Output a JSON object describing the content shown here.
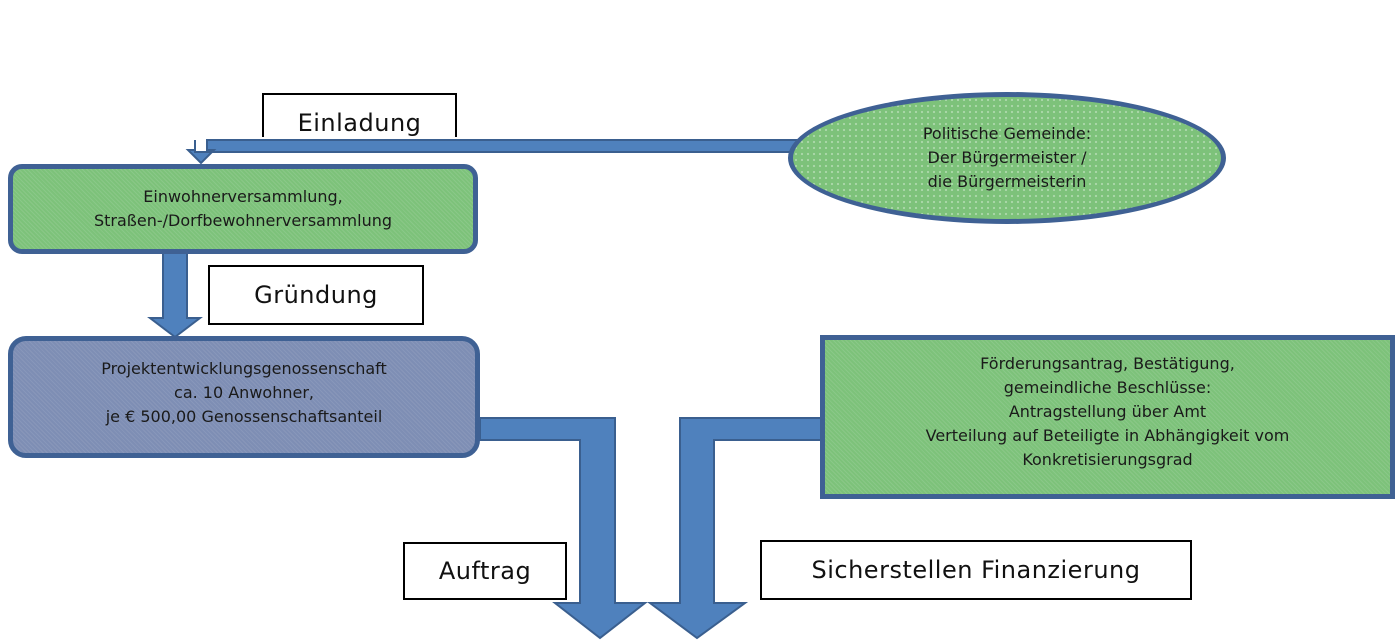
{
  "nodes": {
    "politische_gemeinde": {
      "lines": [
        "Politische Gemeinde:",
        "Der Bürgermeister /",
        "die Bürgermeisterin"
      ]
    },
    "einwohnerversammlung": {
      "lines": [
        "Einwohnerversammlung,",
        "Straßen-/Dorfbewohnerversammlung"
      ]
    },
    "projektentwicklung": {
      "lines": [
        "Projektentwicklungsgenossenschaft",
        "ca. 10 Anwohner,",
        "je € 500,00 Genossenschaftsanteil"
      ]
    },
    "foerderung": {
      "lines": [
        "Förderungsantrag, Bestätigung,",
        "gemeindliche Beschlüsse:",
        "Antragstellung über Amt",
        "Verteilung auf Beteiligte in Abhängigkeit vom",
        "Konkretisierungsgrad"
      ]
    }
  },
  "labels": {
    "einladung": "Einladung",
    "gruendung": "Gründung",
    "auftrag": "Auftrag",
    "finanzierung": "Sicherstellen Finanzierung"
  },
  "colors": {
    "arrow_fill": "#4f81bd",
    "arrow_stroke": "#3a5f8f",
    "node_green": "#7dc27a",
    "node_blue": "#7e8eb4",
    "node_border": "#3f6194"
  }
}
